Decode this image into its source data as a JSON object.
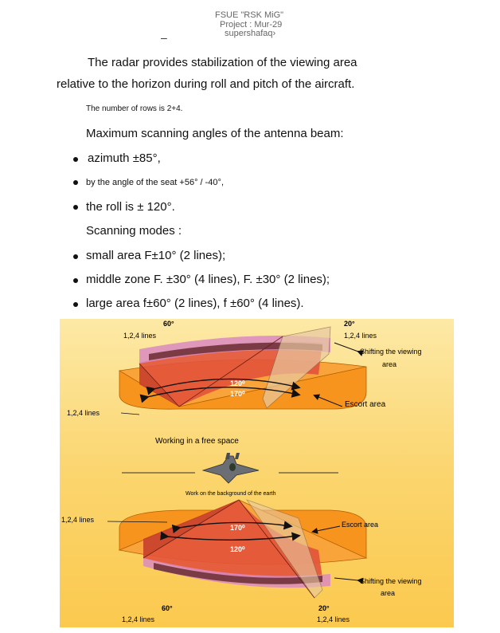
{
  "header": {
    "line1": "FSUE \"RSK MiG\"",
    "line2": "Project : Mur-29",
    "line3": "supershafaq›",
    "mark": "‒"
  },
  "intro": {
    "line1": "The radar provides stabilization of the viewing area",
    "line2": "relative to the horizon during roll and pitch of the aircraft.",
    "rows_note": "The number of rows is 2+4."
  },
  "angles": {
    "heading": "Maximum scanning angles of the antenna beam:",
    "items": [
      "azimuth ±85°,",
      "by the angle of the seat +56° / -40°,",
      "the roll is ± 120°."
    ]
  },
  "modes": {
    "heading": "Scanning modes :",
    "items": [
      "small area F±10° (2 lines);",
      "middle zone F. ±30° (4 lines), F. ±30° (2 lines);",
      "large area f±60° (2 lines), f ±60° (4 lines)."
    ]
  },
  "figure": {
    "colors": {
      "background_top": "#fde9a6",
      "background_bottom": "#fbc94e",
      "sector_orange": "#f7941d",
      "sector_red": "#e2533b",
      "band_pink": "#d98abf",
      "band_dark": "#7a3b45"
    },
    "top": {
      "angle_60": "60°",
      "lines_60": "1,2,4 lines",
      "angle_20": "20°",
      "lines_20": "1,2,4 lines",
      "shift_label_1": "Shifting the viewing",
      "shift_label_2": "area",
      "arc_120": "120⁰",
      "arc_170": "170⁰",
      "escort": "Escort area",
      "left_lines": "1,2,4 lines"
    },
    "free_space": "Working in a free space",
    "earth": "Work on the background of the earth",
    "bottom": {
      "left_lines": "1,2,4 lines",
      "arc_170": "170⁰",
      "arc_120": "120⁰",
      "escort": "Escort area",
      "shift_label_1": "Shifting the viewing",
      "shift_label_2": "area",
      "angle_60": "60°",
      "lines_60": "1,2,4 lines",
      "angle_20": "20°",
      "lines_20": "1,2,4 lines"
    }
  }
}
